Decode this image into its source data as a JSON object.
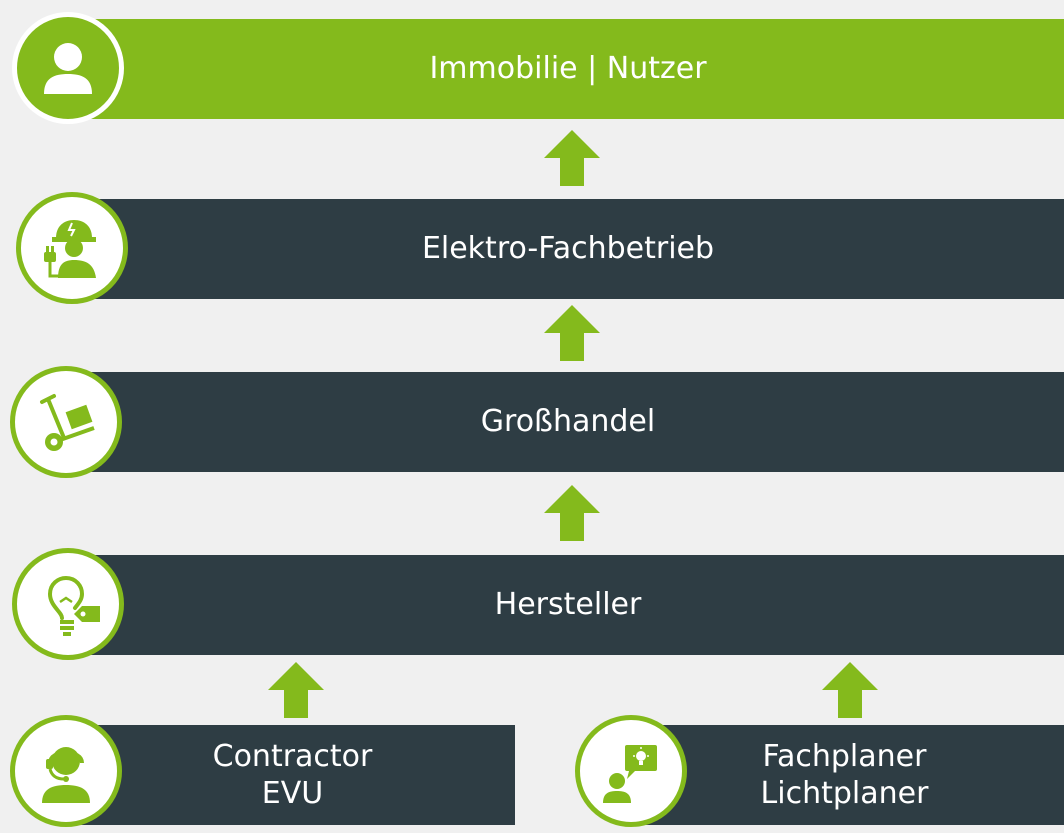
{
  "colors": {
    "accent": "#84ba1c",
    "bar_dark": "#2e3d44",
    "background": "#f0f0f0",
    "text": "#ffffff"
  },
  "levels": [
    {
      "label": "Immobilie | Nutzer",
      "icon": "user-icon"
    },
    {
      "label": "Elektro-Fachbetrieb",
      "icon": "electrician-icon"
    },
    {
      "label": "Großhandel",
      "icon": "hand-truck-icon"
    },
    {
      "label": "Hersteller",
      "icon": "lightbulb-tag-icon"
    }
  ],
  "sources": [
    {
      "label": "Contractor\nEVU",
      "icon": "headset-user-icon"
    },
    {
      "label": "Fachplaner\nLichtplaner",
      "icon": "presenter-idea-icon"
    }
  ]
}
